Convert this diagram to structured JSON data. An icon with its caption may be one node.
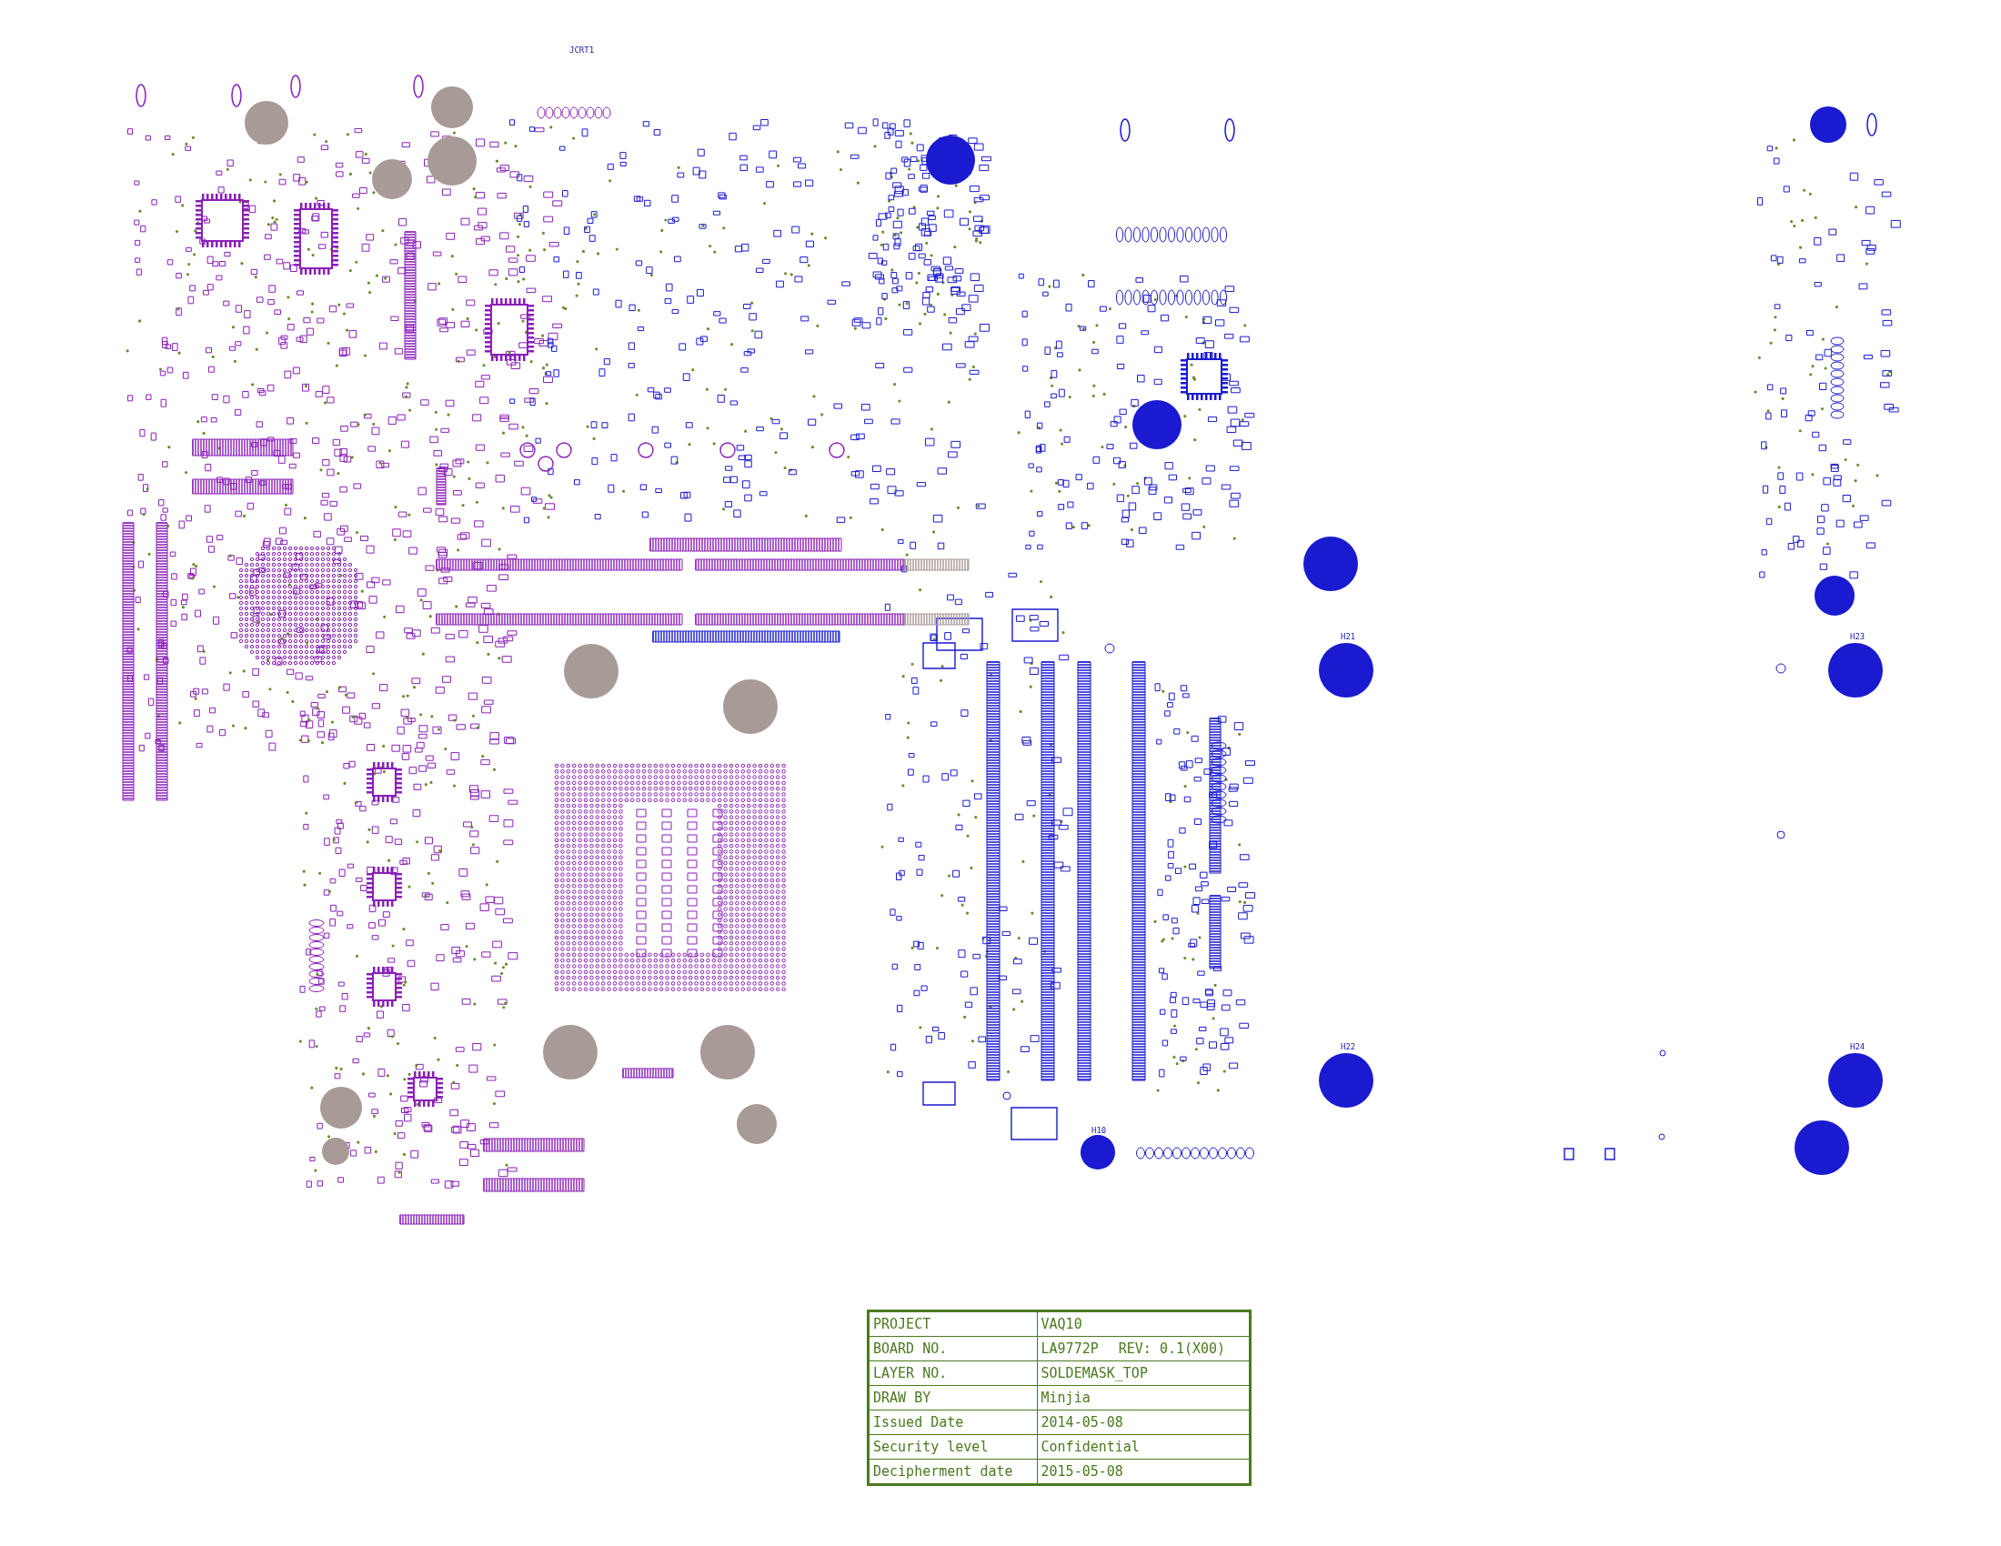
{
  "diagram": {
    "labels": [
      "JCRT1",
      "H21",
      "H23",
      "H22",
      "H24",
      "H10",
      "PROJECT",
      "VAQ10",
      "BOARD NO.",
      "LA9772P",
      "REV: 0.1(X00)",
      "LAYER NO.",
      "SOLDEMASK_TOP",
      "DRAW BY",
      "Minjia",
      "Issued Date",
      "2014-05-08",
      "Security level",
      "Confidential",
      "Decipherment date",
      "2015-05-08"
    ]
  }
}
